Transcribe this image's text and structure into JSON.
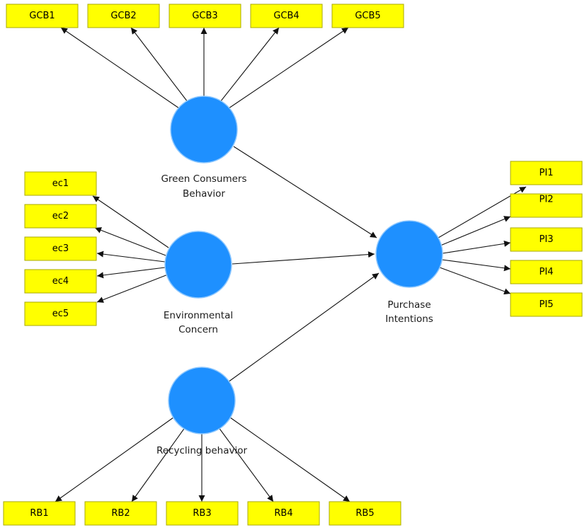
{
  "constructs": {
    "gcb": {
      "label_line1": "Green Consumers",
      "label_line2": "Behavior",
      "color": "#1e90ff"
    },
    "ec": {
      "label_line1": "Environmental",
      "label_line2": "Concern",
      "color": "#1e90ff"
    },
    "rb": {
      "label_line1": "Recycling behavior",
      "label_line2": "",
      "color": "#1e90ff"
    },
    "pi": {
      "label_line1": "Purchase",
      "label_line2": "Intentions",
      "color": "#1e90ff"
    }
  },
  "indicators": {
    "gcb": [
      "GCB1",
      "GCB2",
      "GCB3",
      "GCB4",
      "GCB5"
    ],
    "ec": [
      "ec1",
      "ec2",
      "ec3",
      "ec4",
      "ec5"
    ],
    "pi": [
      "PI1",
      "PI2",
      "PI3",
      "PI4",
      "PI5"
    ],
    "rb": [
      "RB1",
      "RB2",
      "RB3",
      "RB4",
      "RB5"
    ]
  },
  "paths": [
    {
      "from": "gcb",
      "to": "pi"
    },
    {
      "from": "ec",
      "to": "pi"
    },
    {
      "from": "rb",
      "to": "pi"
    }
  ],
  "colors": {
    "indicator_fill": "#ffff00",
    "latent_fill": "#1e90ff",
    "arrow": "#111111"
  }
}
